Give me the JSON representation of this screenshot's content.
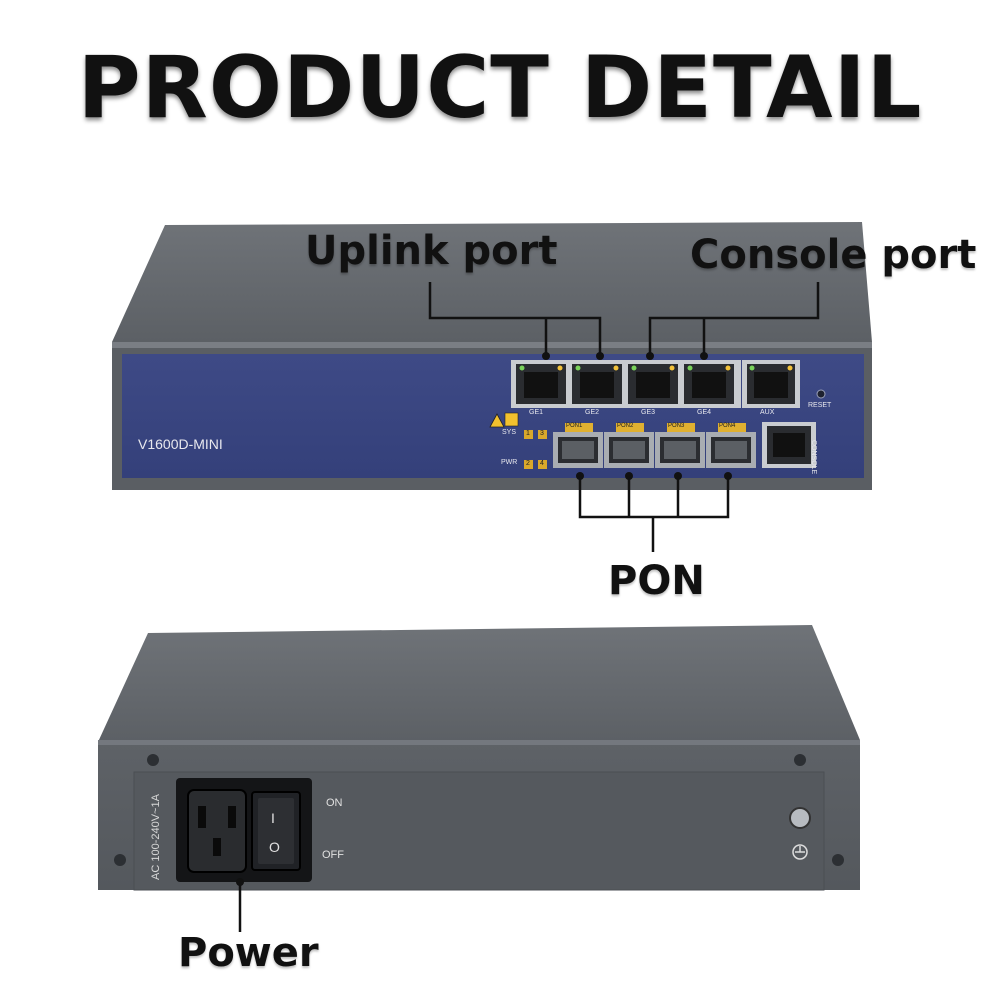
{
  "title": "PRODUCT DETAIL",
  "callouts": {
    "uplink": "Uplink port",
    "console": "Console port",
    "pon": "PON",
    "power": "Power"
  },
  "front_panel": {
    "model": "V1600D-MINI",
    "ge_ports": [
      "GE1",
      "GE2",
      "GE3",
      "GE4"
    ],
    "aux": "AUX",
    "reset": "RESET",
    "console": "CONSOLE",
    "pon_ports": [
      "PON1",
      "PON2",
      "PON3",
      "PON4"
    ],
    "sys": "SYS",
    "pwr": "PWR",
    "led_numbers": [
      "1",
      "2",
      "3",
      "4"
    ]
  },
  "rear_panel": {
    "rating": "AC 100-240V~1A",
    "on": "ON",
    "off": "OFF",
    "switch_on": "I",
    "switch_off": "O"
  }
}
